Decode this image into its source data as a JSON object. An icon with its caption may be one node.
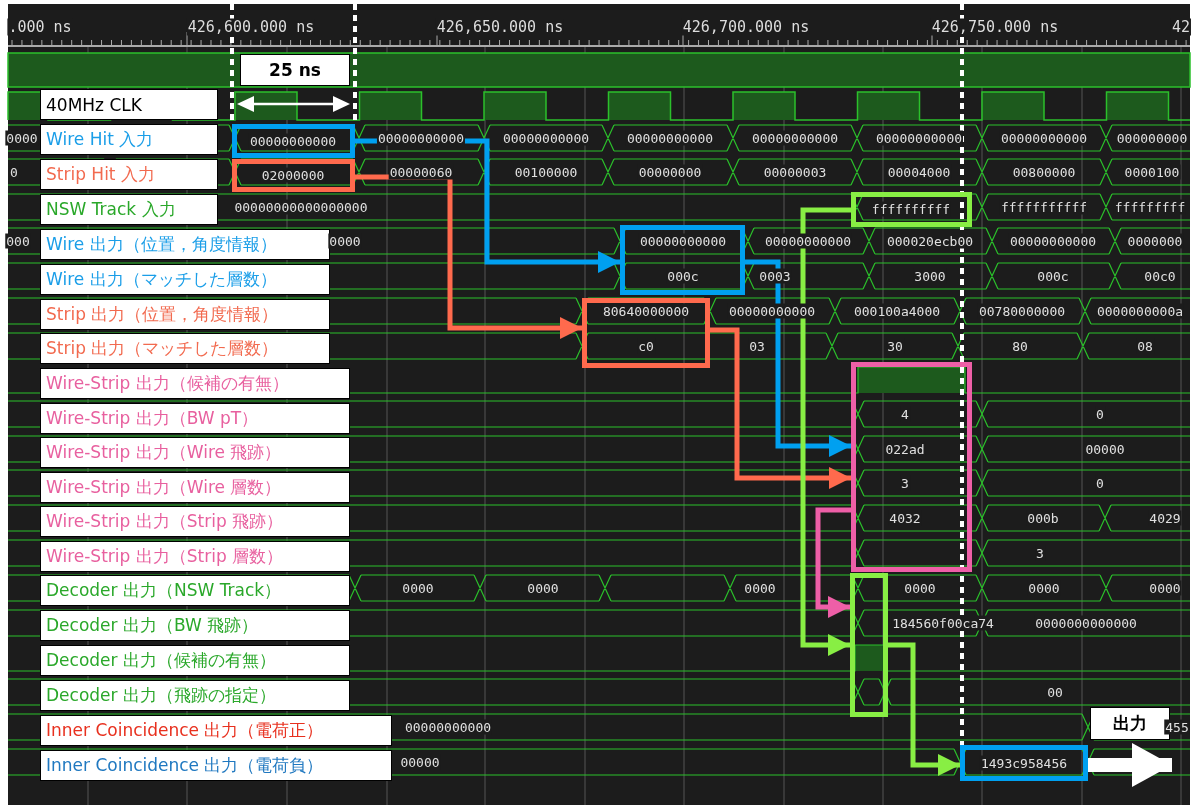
{
  "diagram": {
    "nodes": [
      {
        "text": [
          "25 ns"
        ]
      },
      {
        "text": [
          "40MHz CLK"
        ]
      },
      {
        "text": [
          "Wire Hit 入力"
        ]
      },
      {
        "text": [
          "Strip Hit 入力"
        ]
      },
      {
        "text": [
          "NSW Track 入力"
        ]
      },
      {
        "text": [
          "Wire 出力（位置，角度情報）"
        ]
      },
      {
        "text": [
          "Wire 出力（マッチした層数）"
        ]
      },
      {
        "text": [
          "Strip 出力（位置，角度情報）"
        ]
      },
      {
        "text": [
          "Strip 出力（マッチした層数）"
        ]
      },
      {
        "text": [
          "Wire-Strip 出力（候補の有無）"
        ]
      },
      {
        "text": [
          "Wire-Strip 出力（BW pT）"
        ]
      },
      {
        "text": [
          "Wire-Strip 出力（Wire 飛跡）"
        ]
      },
      {
        "text": [
          "Wire-Strip 出力（Wire 層数）"
        ]
      },
      {
        "text": [
          "Wire-Strip 出力（Strip 飛跡）"
        ]
      },
      {
        "text": [
          "Wire-Strip 出力（Strip 層数）"
        ]
      },
      {
        "text": [
          "Decoder 出力（NSW Track）"
        ]
      },
      {
        "text": [
          "Decoder 出力（BW 飛跡）"
        ]
      },
      {
        "text": [
          "Decoder 出力（候補の有無）"
        ]
      },
      {
        "text": [
          "Decoder 出力（飛跡の指定）"
        ]
      },
      {
        "text": [
          "Inner Coincidence 出力（電荷正）"
        ]
      },
      {
        "text": [
          "Inner Coincidence 出力（電荷負）"
        ]
      },
      {
        "text": [
          "00000000000"
        ]
      },
      {
        "text": [
          "02000000"
        ]
      },
      {
        "text": [
          "ffffffffff"
        ]
      },
      {
        "text": [
          "00000000000",
          "000c"
        ]
      },
      {
        "text": [
          "80640000000",
          "c0"
        ]
      },
      {
        "text": [
          "4",
          "022ad",
          "3",
          "4032"
        ]
      },
      {
        "text": [],
        "shape": "box"
      },
      {
        "text": [
          "1493c958456"
        ]
      }
    ],
    "edges": [
      {
        "from": 21,
        "to": 24,
        "arrow": "to",
        "color": "#00a0f0"
      },
      {
        "from": 22,
        "to": 25,
        "arrow": "to",
        "color": "#ff6a4d"
      },
      {
        "from": 24,
        "to": 26,
        "arrow": "to",
        "color": "#00a0f0"
      },
      {
        "from": 25,
        "to": 26,
        "arrow": "to",
        "color": "#ff6a4d"
      },
      {
        "from": 23,
        "to": 27,
        "arrow": "to",
        "color": "#88ee44"
      },
      {
        "from": 26,
        "to": 27,
        "arrow": "to",
        "color": "#ee5fa7"
      },
      {
        "from": 27,
        "to": 28,
        "arrow": "to",
        "color": "#88ee44"
      },
      {
        "from": 28,
        "to": null,
        "arrow": "to",
        "style": "thick",
        "color": "#ffffff",
        "label": "出力"
      }
    ],
    "labels": [
      ".000 ns",
      "426,600.000 ns",
      "426,650.000 ns",
      "426,700.000 ns",
      "426,750.000 ns",
      "42",
      "0000",
      "00000000000",
      "00000000000",
      "00000000000",
      "00000000000",
      "00000000000",
      "00000000000",
      "000000000",
      "0",
      "00000060",
      "00100000",
      "00000000",
      "00000003",
      "00004000",
      "00800000",
      "0000100",
      "00000000000000000",
      "fffffffffff",
      "fffffffff",
      "000",
      "0000",
      "00000000000",
      "000020ecb00",
      "00000000000",
      "0000000",
      "0003",
      "3000",
      "000c",
      "00c0",
      "00000000000",
      "000100a4000",
      "00780000000",
      "0000000000a",
      "03",
      "30",
      "80",
      "08",
      "0",
      "00000",
      "0",
      "000b",
      "4029",
      "3",
      "0000",
      "0000",
      "0000",
      "0000",
      "0000",
      "0000",
      "184560f00ca74",
      "0000000000000",
      "00",
      "00000000000",
      "455",
      "00000"
    ]
  }
}
